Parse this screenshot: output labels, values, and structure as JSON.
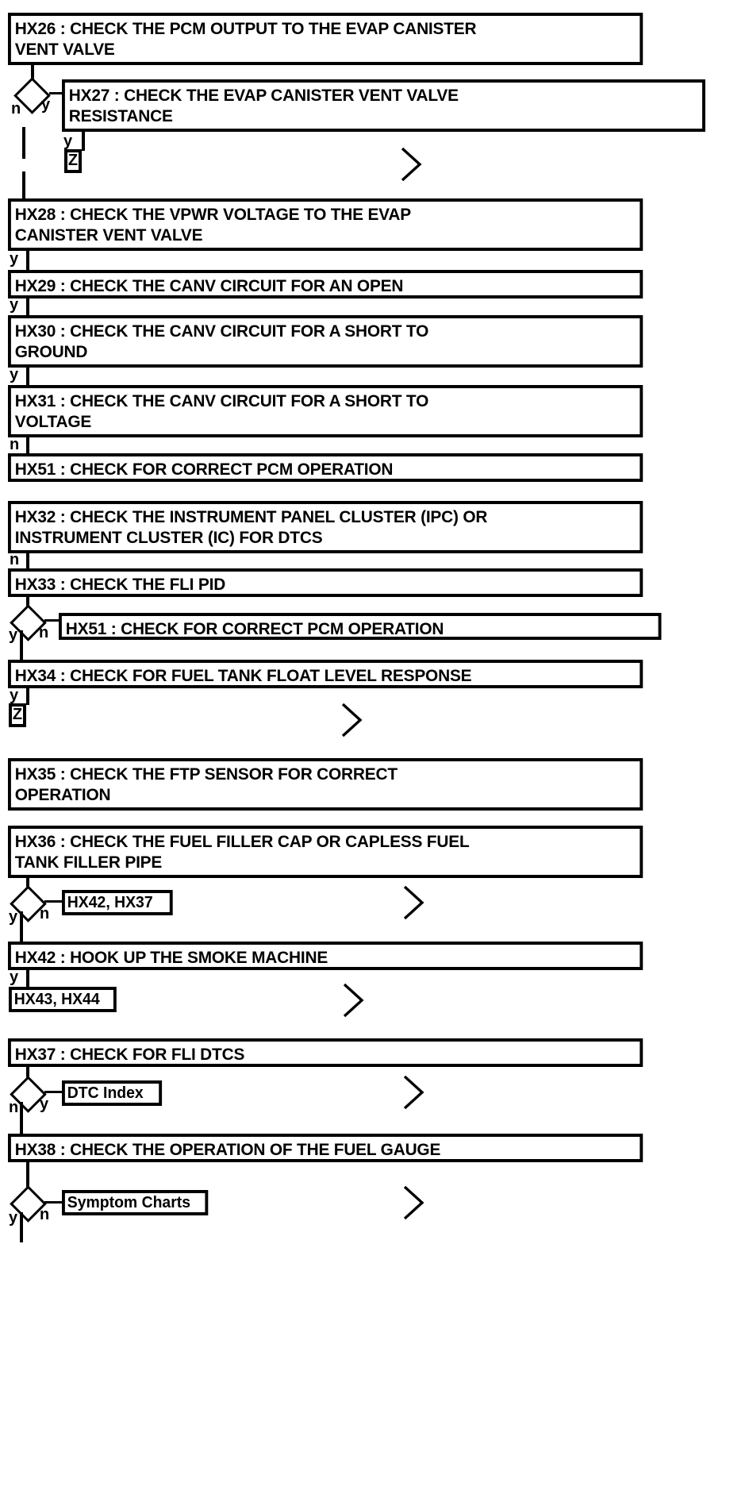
{
  "diagram": {
    "type": "flowchart",
    "title": "EVAP / Fuel Level Diagnostic Pinpoint Test Flow",
    "line_color": "#000000",
    "box_fill": "#ffffff",
    "background": "#ffffff"
  },
  "nodes": {
    "hx26": "HX26 : CHECK THE PCM OUTPUT TO THE EVAP CANISTER\nVENT VALVE",
    "hx27": "HX27 : CHECK THE EVAP CANISTER VENT VALVE\nRESISTANCE",
    "hx28": "HX28 : CHECK THE VPWR VOLTAGE TO THE EVAP\nCANISTER VENT VALVE",
    "hx29": "HX29 : CHECK THE CANV CIRCUIT FOR AN OPEN",
    "hx30": "HX30 : CHECK THE CANV CIRCUIT FOR A SHORT TO\nGROUND",
    "hx31": "HX31 : CHECK THE CANV CIRCUIT FOR A SHORT TO\nVOLTAGE",
    "hx51a": "HX51 : CHECK FOR CORRECT PCM OPERATION",
    "hx32": "HX32 : CHECK THE INSTRUMENT PANEL CLUSTER (IPC) OR\nINSTRUMENT CLUSTER (IC) FOR DTCS",
    "hx33": "HX33 : CHECK THE FLI PID",
    "hx51b": "HX51 : CHECK FOR CORRECT PCM OPERATION",
    "hx34": "HX34 : CHECK FOR FUEL TANK FLOAT LEVEL RESPONSE",
    "hx35": "HX35 : CHECK THE FTP SENSOR FOR CORRECT\nOPERATION",
    "hx36": "HX36 : CHECK THE FUEL FILLER CAP OR CAPLESS FUEL\nTANK FILLER PIPE",
    "hx42": "HX42 : HOOK UP THE SMOKE MACHINE",
    "hx37": "HX37 : CHECK FOR FLI DTCS",
    "hx38": "HX38 : CHECK THE OPERATION OF THE FUEL GAUGE"
  },
  "refs": {
    "hx42_hx37": "HX42, HX37",
    "hx43_hx44": "HX43, HX44",
    "dtc_index": "DTC Index",
    "symptom_charts": "Symptom Charts"
  },
  "markers": {
    "z1": "Z",
    "z2": "Z"
  },
  "branches": {
    "hx26_no": "n",
    "hx26_yes": "y",
    "hx27_yes": "y",
    "hx28_yes": "y",
    "hx29_yes": "y",
    "hx30_yes": "y",
    "hx31_no": "n",
    "hx32_no": "n",
    "hx33_yes": "y",
    "hx33_no": "n",
    "hx34_yes": "y",
    "hx36_yes": "y",
    "hx36_no": "n",
    "hx42_yes": "y",
    "hx37_no": "n",
    "hx37_yes": "y",
    "hx38_yes": "y",
    "hx38_no": "n"
  },
  "icons": {
    "offpage": "chevron-right-icon",
    "decision": "decision-diamond-icon"
  }
}
